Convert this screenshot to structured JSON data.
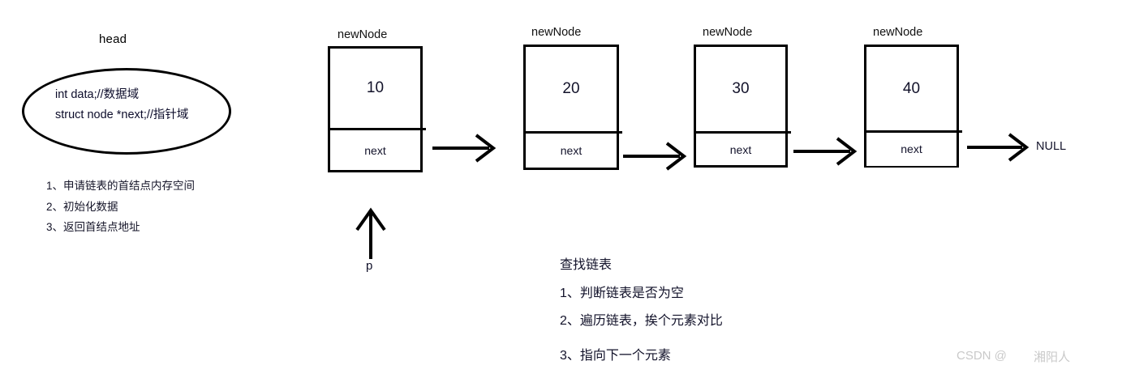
{
  "diagram": {
    "head": {
      "label": "head",
      "struct_lines": [
        "int data;//数据域",
        "struct node *next;//指针域"
      ],
      "steps": [
        "1、申请链表的首结点内存空间",
        "2、初始化数据",
        "3、返回首结点地址"
      ]
    },
    "nodes": [
      {
        "label": "newNode",
        "data": "10",
        "next_label": "next"
      },
      {
        "label": "newNode",
        "data": "20",
        "next_label": "next"
      },
      {
        "label": "newNode",
        "data": "30",
        "next_label": "next"
      },
      {
        "label": "newNode",
        "data": "40",
        "next_label": "next"
      }
    ],
    "terminator": "NULL",
    "pointer": {
      "label": "p"
    },
    "notes": {
      "title": "查找链表",
      "steps": [
        "1、判断链表是否为空",
        "2、遍历链表，挨个元素对比",
        "3、指向下一个元素"
      ]
    }
  },
  "watermark": {
    "site": "CSDN @",
    "user": "湘阳人"
  },
  "colors": {
    "stroke": "#000000",
    "background": "#ffffff",
    "text": "#12122a",
    "watermark": "#c9c9c9"
  }
}
